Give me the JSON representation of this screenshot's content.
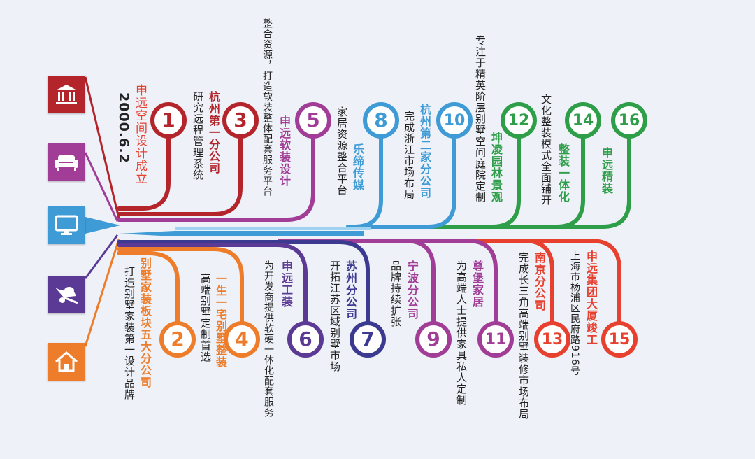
{
  "icons": [
    {
      "name": "bank-icon",
      "color": "#b3252b"
    },
    {
      "name": "sofa-icon",
      "color": "#a13d97"
    },
    {
      "name": "monitor-icon",
      "color": "#3f9bd6"
    },
    {
      "name": "wheelbarrow-icon",
      "color": "#5b3a96"
    },
    {
      "name": "house-icon",
      "color": "#ee7d2b"
    }
  ],
  "milestones": [
    {
      "num": "1",
      "color": "#b3252b",
      "title": "",
      "desc": "申远空间设计成立",
      "date": "2000.6.2"
    },
    {
      "num": "2",
      "color": "#ee7d2b",
      "title": "别墅家装板块五大分公司",
      "desc": "打造别墅家装第一设计品牌"
    },
    {
      "num": "3",
      "color": "#b3252b",
      "title": "杭州第一分公司",
      "desc": "研究远程管理系统"
    },
    {
      "num": "4",
      "color": "#ee7d2b",
      "title": "一生一宅别墅整装",
      "desc": "高端别墅定制首选"
    },
    {
      "num": "5",
      "color": "#a13d97",
      "title": "申远软装设计",
      "desc": "整合资源，打造软装整体配套服务平台"
    },
    {
      "num": "6",
      "color": "#5b3a96",
      "title": "申远工装",
      "desc": "为开发商提供软硬一体化配套服务"
    },
    {
      "num": "7",
      "color": "#3b3990",
      "title": "苏州分公司",
      "desc": "开拓江苏区域别墅市场"
    },
    {
      "num": "8",
      "color": "#3f9bd6",
      "title": "乐缔传媒",
      "desc": "家居资源整合平台"
    },
    {
      "num": "9",
      "color": "#a13d97",
      "title": "宁波分公司",
      "desc": "品牌持续扩张"
    },
    {
      "num": "10",
      "color": "#3f9bd6",
      "title": "杭州第二家分公司",
      "desc": "完成浙江市场布局"
    },
    {
      "num": "11",
      "color": "#a13d97",
      "title": "尊堡家居",
      "desc": "为高端人士提供家具私人定制"
    },
    {
      "num": "12",
      "color": "#2e9e48",
      "title": "坤凌园林景观",
      "desc": "专注于精英阶层别墅空间庭院定制"
    },
    {
      "num": "13",
      "color": "#e8402f",
      "title": "南京分公司",
      "desc": "完成长三角高端别墅装修市场布局"
    },
    {
      "num": "14",
      "color": "#2e9e48",
      "title": "整装一体化",
      "desc": "文化整装模式全面铺开"
    },
    {
      "num": "15",
      "color": "#e8402f",
      "title": "申远集团大厦竣工",
      "desc": "上海市杨浦区民府路916号"
    },
    {
      "num": "16",
      "color": "#2e9e48",
      "title": "申远精装",
      "desc": ""
    }
  ]
}
